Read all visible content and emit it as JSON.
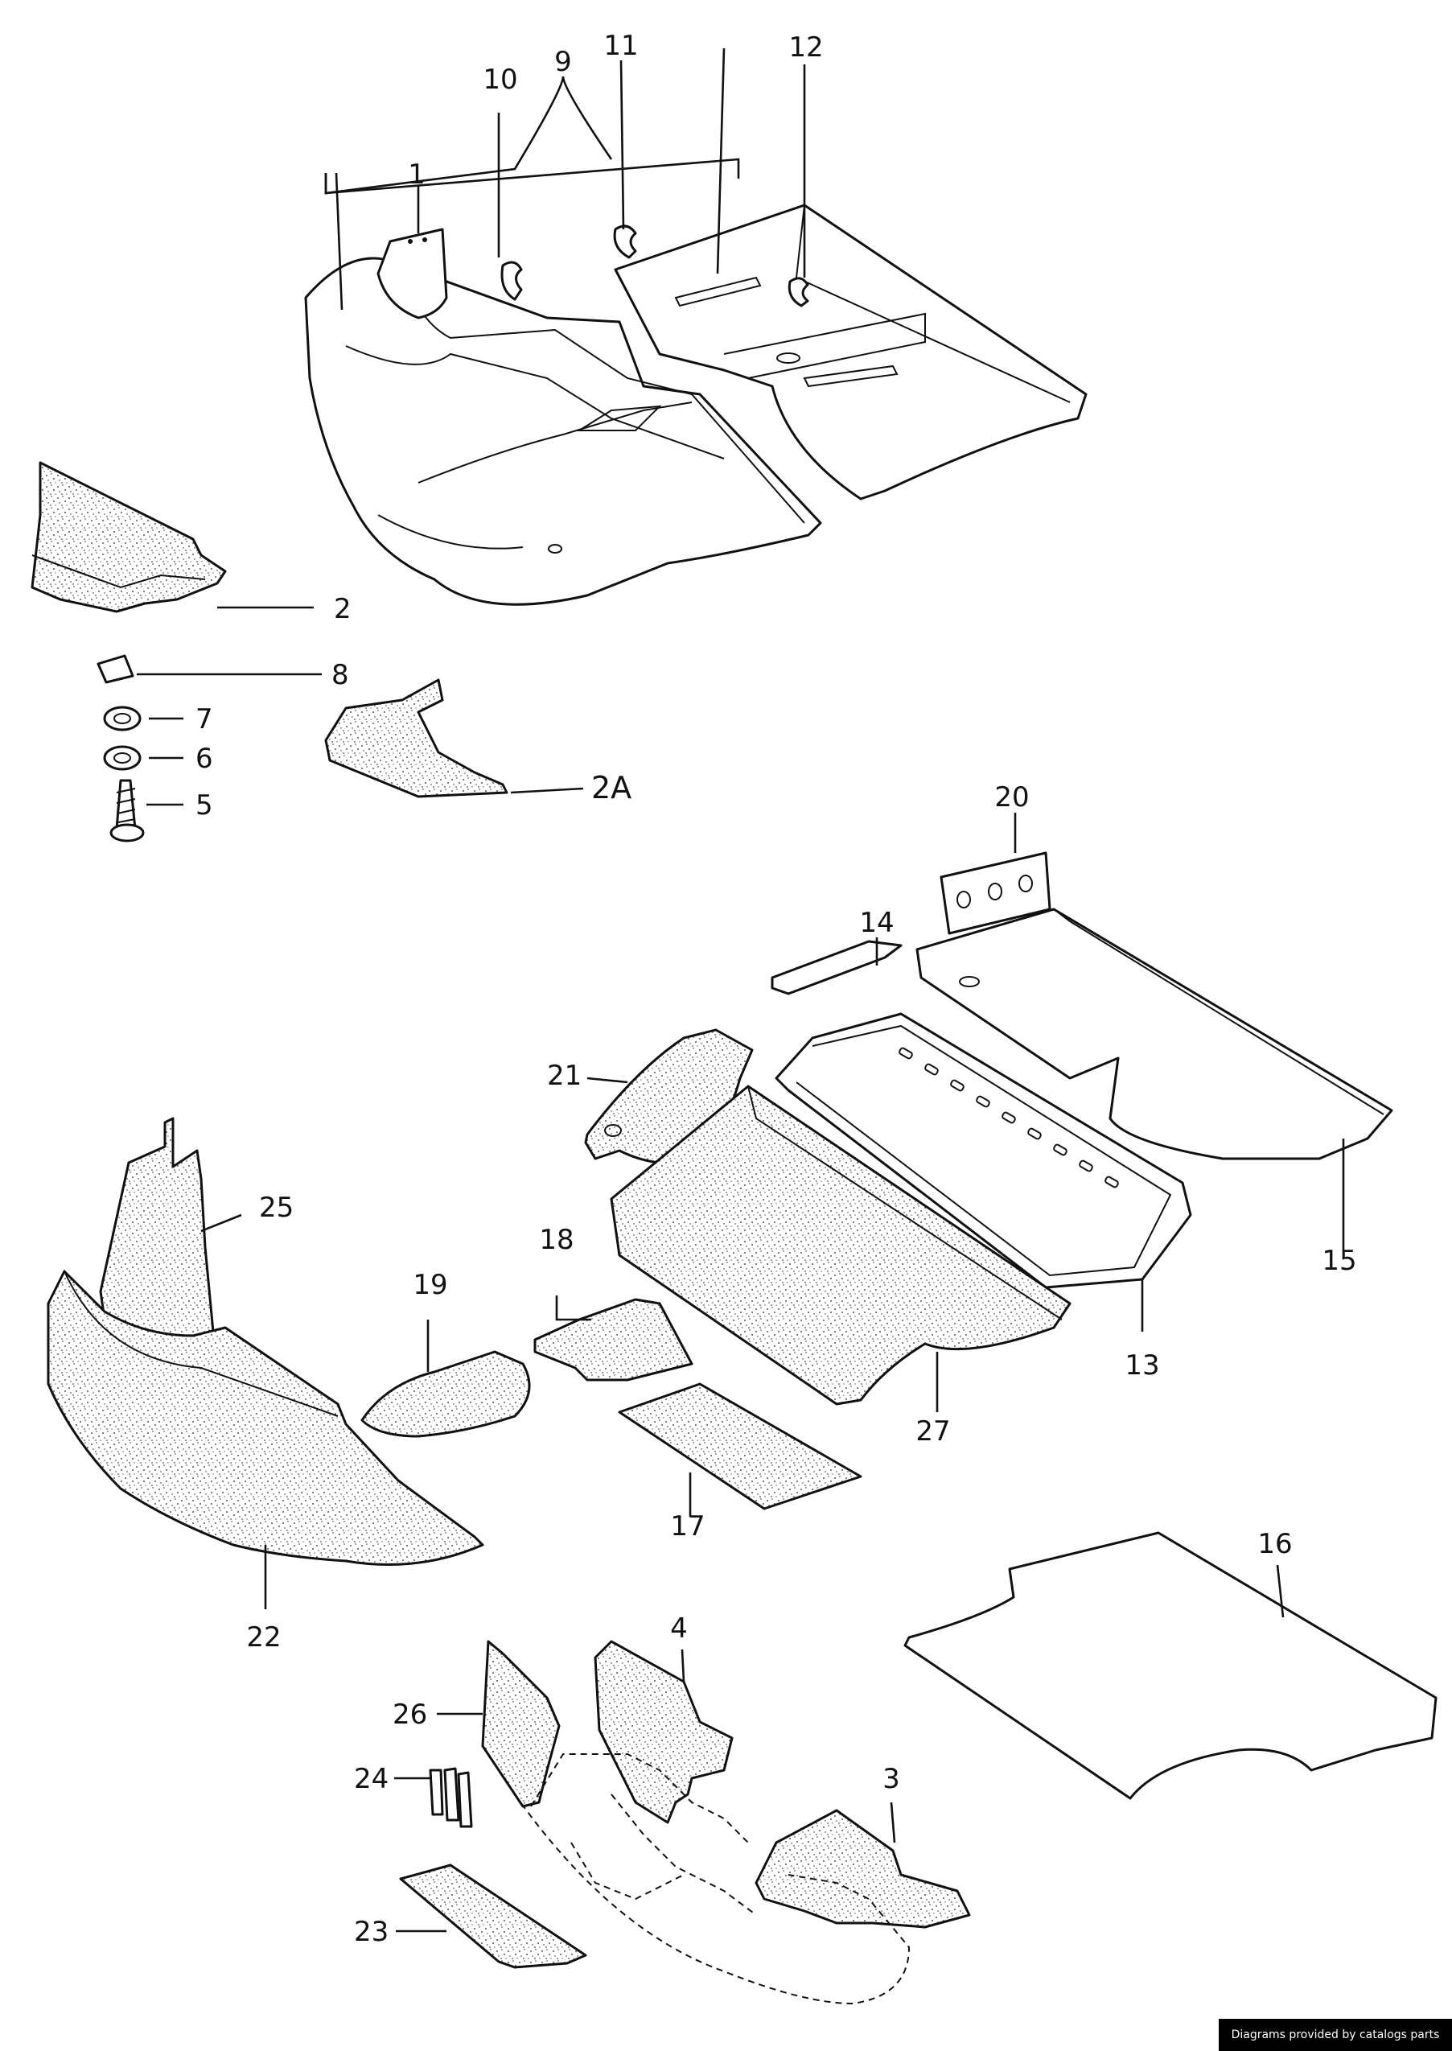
{
  "callouts": {
    "c1": "1",
    "c2": "2",
    "c2a": "2A",
    "c3": "3",
    "c4": "4",
    "c5": "5",
    "c6": "6",
    "c7": "7",
    "c8": "8",
    "c9": "9",
    "c10": "10",
    "c11": "11",
    "c12": "12",
    "c13": "13",
    "c14": "14",
    "c15": "15",
    "c16": "16",
    "c17": "17",
    "c18": "18",
    "c19": "19",
    "c20": "20",
    "c21": "21",
    "c22": "22",
    "c23": "23",
    "c24": "24",
    "c25": "25",
    "c26": "26",
    "c27": "27"
  },
  "credit": "Diagrams provided by catalogs parts"
}
